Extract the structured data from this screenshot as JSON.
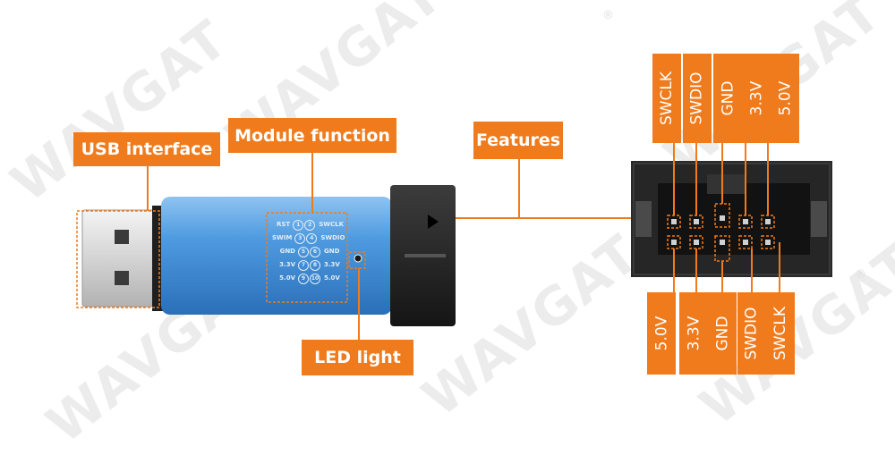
{
  "watermark": "WAVGAT",
  "registered_mark": "®",
  "callouts": {
    "usb_interface": "USB interface",
    "module_function": "Module function",
    "features": "Features",
    "led_light": "LED light"
  },
  "device_pinout": [
    {
      "left": "RST",
      "n1": "1",
      "n2": "2",
      "right": "SWCLK"
    },
    {
      "left": "SWIM",
      "n1": "3",
      "n2": "4",
      "right": "SWDIO"
    },
    {
      "left": "GND",
      "n1": "5",
      "n2": "6",
      "right": "GND"
    },
    {
      "left": "3.3V",
      "n1": "7",
      "n2": "8",
      "right": "3.3V"
    },
    {
      "left": "5.0V",
      "n1": "9",
      "n2": "10",
      "right": "5.0V"
    }
  ],
  "connector_top_labels": [
    "SWCLK",
    "SWDIO",
    "GND",
    "3.3V",
    "5.0V"
  ],
  "connector_bottom_labels": [
    "5.0V",
    "3.3V",
    "GND",
    "SWDIO",
    "SWCLK"
  ],
  "colors": {
    "accent": "#f07b1c",
    "device_body": "#3d86d0",
    "connector": "#2a2a2a",
    "watermark": "#ececec"
  }
}
